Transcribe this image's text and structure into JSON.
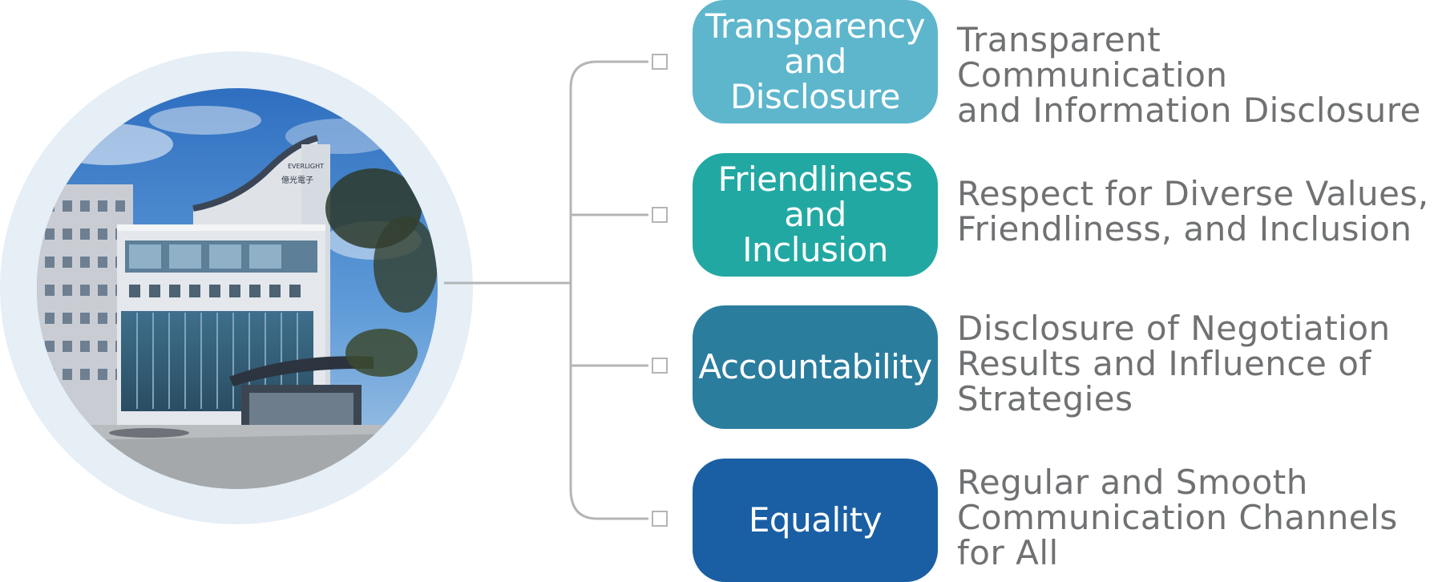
{
  "photo": {
    "sign_latin": "EVERLIGHT",
    "sign_cjk": "億光電子"
  },
  "items": [
    {
      "label": "Transparency\nand\nDisclosure",
      "description": "Transparent Communication\nand Information Disclosure",
      "color": "#5db6cc"
    },
    {
      "label": "Friendliness\nand\nInclusion",
      "description": "Respect for Diverse Values,\nFriendliness, and Inclusion",
      "color": "#22a8a2"
    },
    {
      "label": "Accountability",
      "description": "Disclosure of Negotiation\nResults and Influence of\nStrategies",
      "color": "#2b7d9e"
    },
    {
      "label": "Equality",
      "description": "Regular and Smooth\nCommunication Channels\nfor All",
      "color": "#1a5fa4"
    }
  ],
  "connector_color": "#b3b5b7"
}
